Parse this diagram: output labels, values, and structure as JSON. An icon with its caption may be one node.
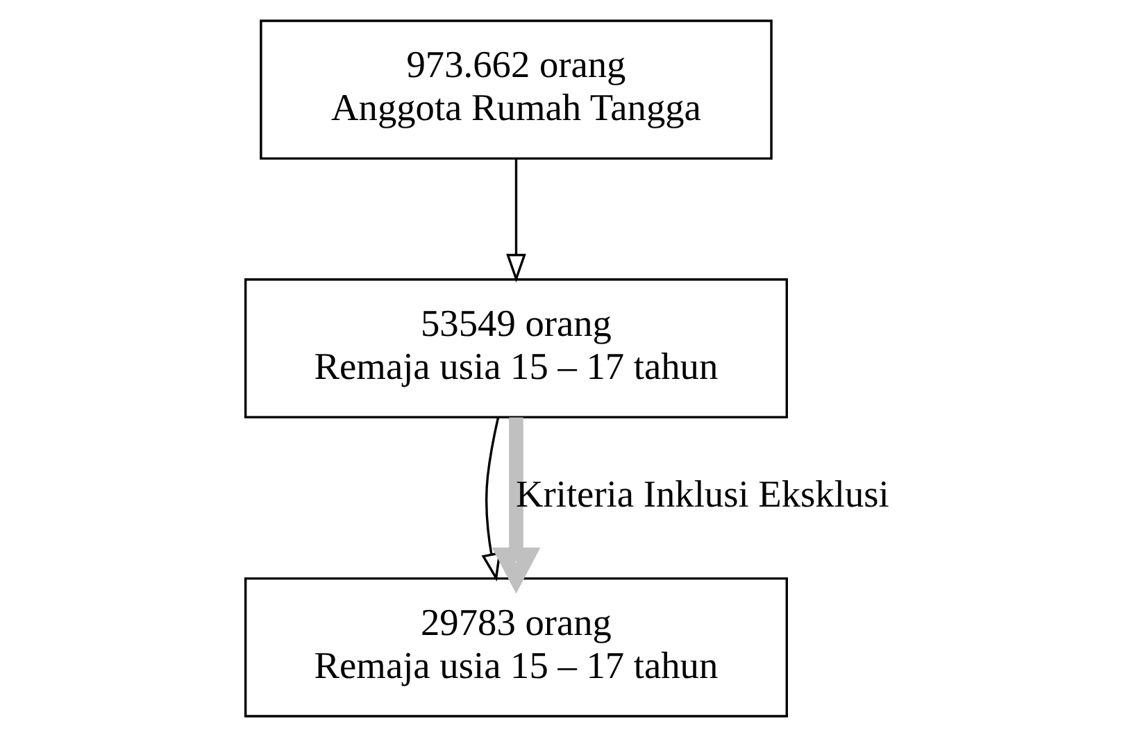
{
  "diagram": {
    "nodes": [
      {
        "text": [
          "973.662 orang",
          "Anggota Rumah Tangga"
        ]
      },
      {
        "text": [
          "53549 orang",
          "Remaja usia 15 – 17 tahun"
        ]
      },
      {
        "text": [
          "29783 orang",
          "Remaja usia 15 – 17 tahun"
        ]
      }
    ],
    "edges": [
      {
        "from": 0,
        "to": 1,
        "arrow": "to"
      },
      {
        "from": 1,
        "to": 2,
        "arrow": "to"
      },
      {
        "from": 1,
        "to": 2,
        "arrow": "to",
        "label": "Kriteria Inklusi Eksklusi",
        "style": "thick",
        "color": "#c0c0c0"
      }
    ]
  }
}
